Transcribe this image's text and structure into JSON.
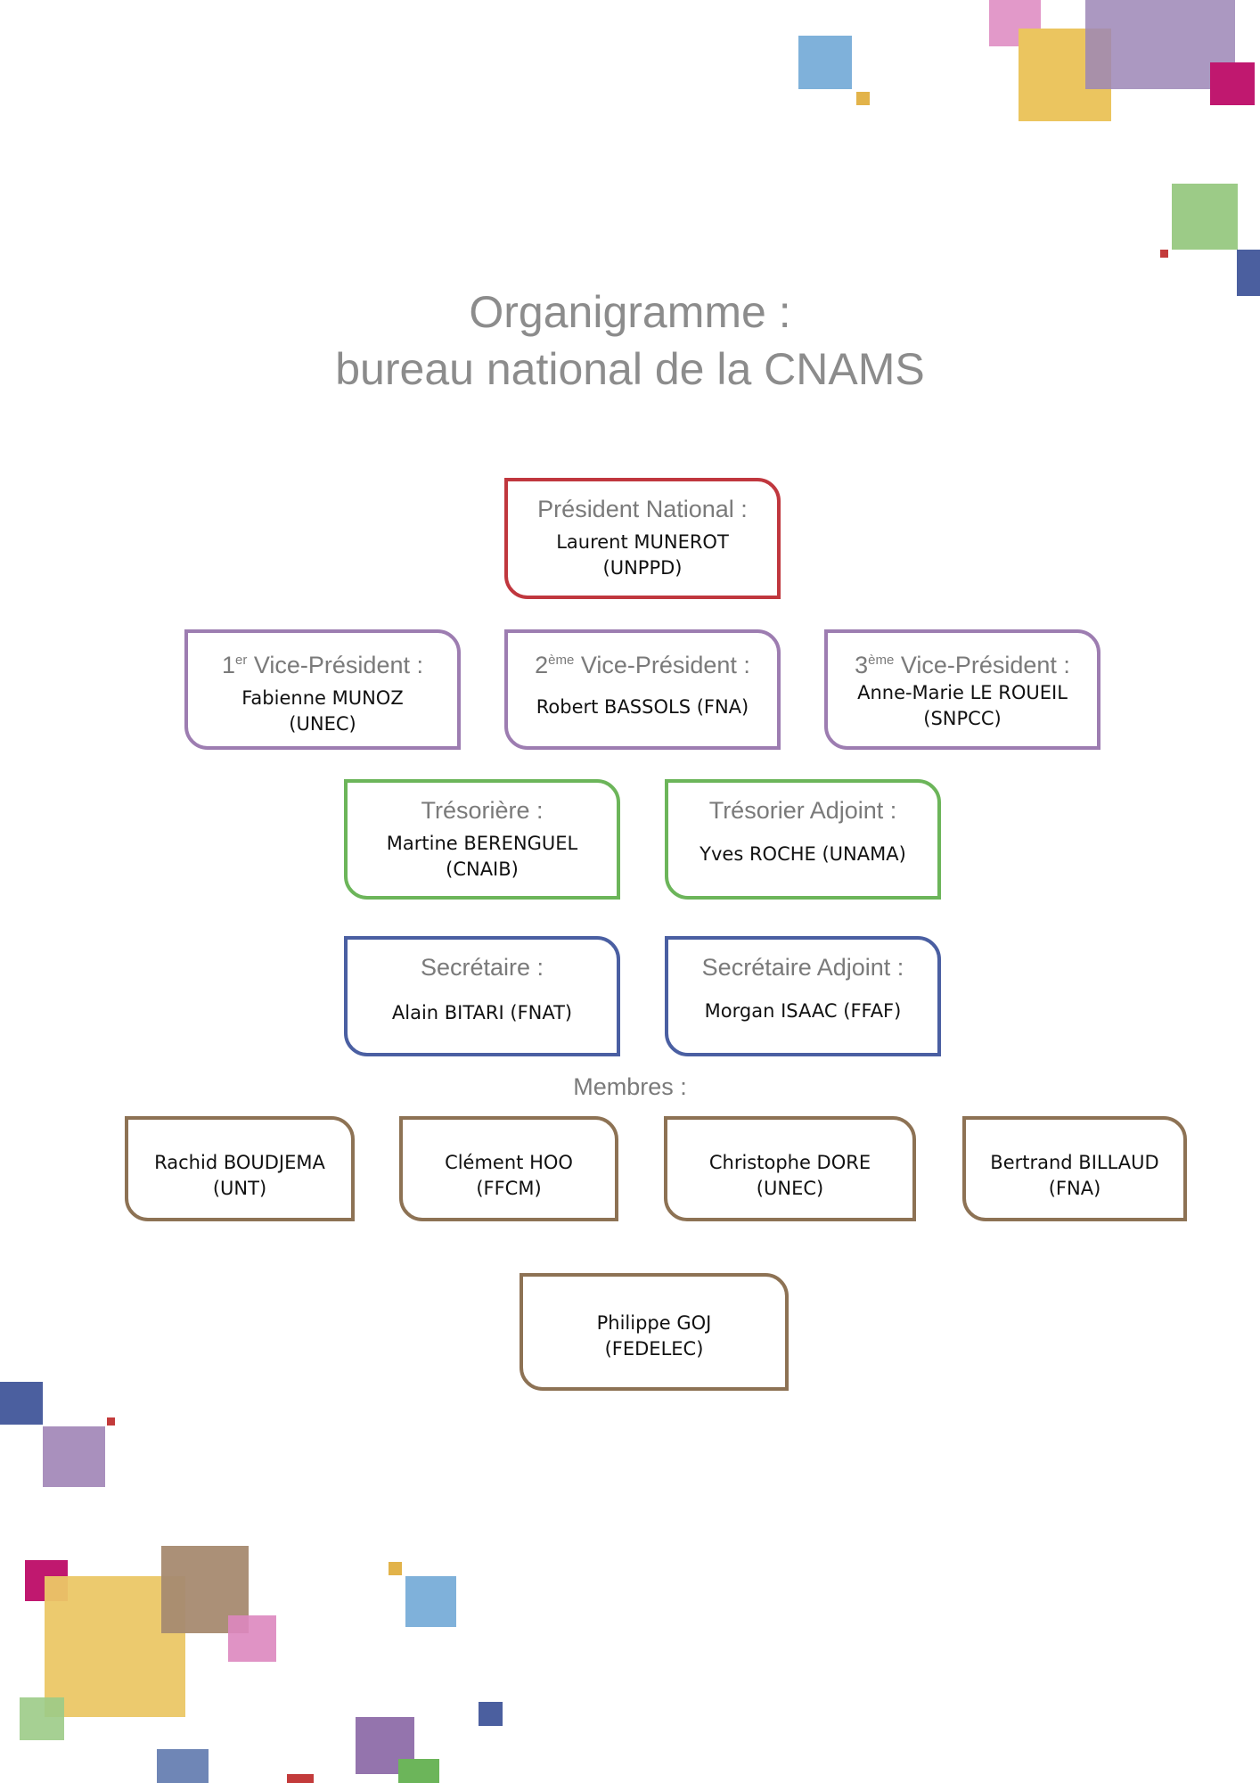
{
  "title": {
    "line1": "Organigramme :",
    "line2": "bureau national de la CNAMS"
  },
  "colors": {
    "president": "#c0373e",
    "vice": "#9d7db1",
    "tresor": "#6cb55a",
    "secretaire": "#4a5fa2",
    "membre": "#8d7254"
  },
  "president": {
    "role": "Président National :",
    "name_line1": "Laurent MUNEROT",
    "name_line2": "(UNPPD)"
  },
  "vice_presidents": [
    {
      "ord_num": "1",
      "ord_sup": "er",
      "role": "Vice-Président :",
      "name_line1": "Fabienne MUNOZ",
      "name_line2": "(UNEC)"
    },
    {
      "ord_num": "2",
      "ord_sup": "ème",
      "role": "Vice-Président :",
      "name_line1": "Robert BASSOLS (FNA)",
      "name_line2": ""
    },
    {
      "ord_num": "3",
      "ord_sup": "ème",
      "role": "Vice-Président :",
      "name_line1": "Anne-Marie LE ROUEIL",
      "name_line2": "(SNPCC)"
    }
  ],
  "tresorerie": [
    {
      "role": "Trésorière :",
      "name_line1": "Martine BERENGUEL",
      "name_line2": "(CNAIB)"
    },
    {
      "role": "Trésorier Adjoint :",
      "name_line1": "Yves ROCHE (UNAMA)",
      "name_line2": ""
    }
  ],
  "secretariat": [
    {
      "role": "Secrétaire :",
      "name_line1": "Alain BITARI (FNAT)",
      "name_line2": ""
    },
    {
      "role": "Secrétaire Adjoint :",
      "name_line1": "Morgan ISAAC (FFAF)",
      "name_line2": ""
    }
  ],
  "members_label": "Membres :",
  "members": [
    {
      "name_line1": "Rachid BOUDJEMA",
      "name_line2": "(UNT)"
    },
    {
      "name_line1": "Clément HOO",
      "name_line2": "(FFCM)"
    },
    {
      "name_line1": "Christophe DORE",
      "name_line2": "(UNEC)"
    },
    {
      "name_line1": "Bertrand BILLAUD",
      "name_line2": "(FNA)"
    },
    {
      "name_line1": "Philippe GOJ",
      "name_line2": "(FEDELEC)"
    }
  ]
}
